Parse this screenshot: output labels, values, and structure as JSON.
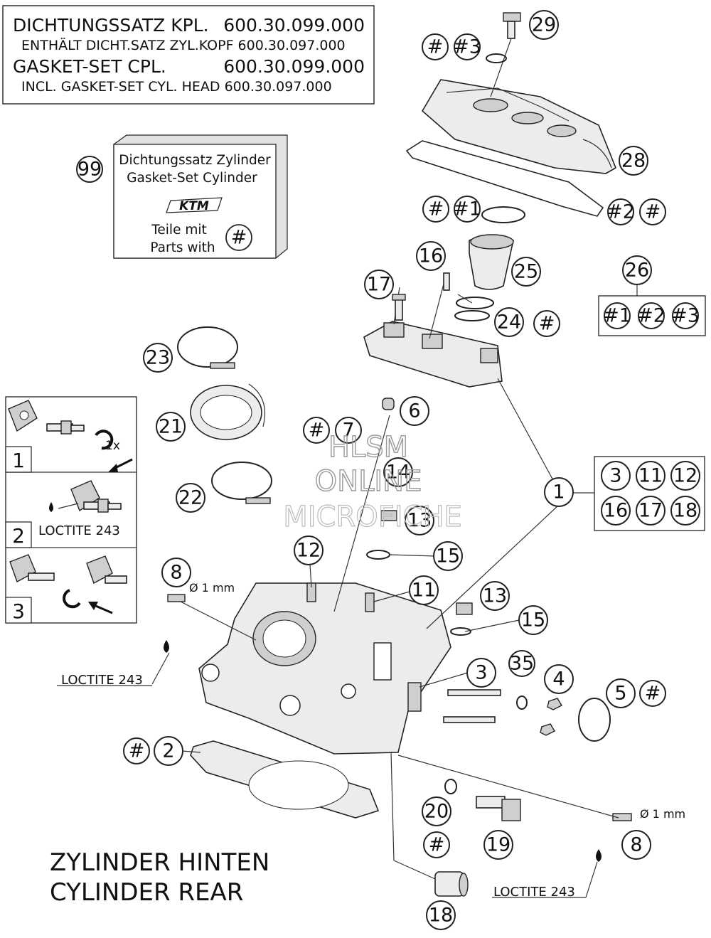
{
  "header_box": {
    "line1_label": "DICHTUNGSSATZ KPL.",
    "line1_number": "600.30.099.000",
    "line2": "ENTHÄLT DICHT.SATZ ZYL.KOPF 600.30.097.000",
    "line3_label": "GASKET-SET CPL.",
    "line3_number": "600.30.099.000",
    "line4": "INCL. GASKET-SET CYL. HEAD 600.30.097.000"
  },
  "gasket_box": {
    "callout": "99",
    "line1": "Dichtungssatz Zylinder",
    "line2": "Gasket-Set Cylinder",
    "brand": "KTM",
    "line3": "Teile mit",
    "line4": "Parts with",
    "symbol": "#"
  },
  "steps": [
    {
      "number": "1",
      "label": "1x"
    },
    {
      "number": "2",
      "label": "LOCTITE 243"
    },
    {
      "number": "3",
      "label": ""
    }
  ],
  "callouts": {
    "hash": "#",
    "hash1": "#1",
    "hash2": "#2",
    "hash3": "#3",
    "c1": "1",
    "c2": "2",
    "c3": "3",
    "c4": "4",
    "c5": "5",
    "c6": "6",
    "c7": "7",
    "c8": "8",
    "c11": "11",
    "c12": "12",
    "c13": "13",
    "c14": "14",
    "c15": "15",
    "c16": "16",
    "c17": "17",
    "c18": "18",
    "c19": "19",
    "c20": "20",
    "c21": "21",
    "c22": "22",
    "c23": "23",
    "c24": "24",
    "c25": "25",
    "c26": "26",
    "c28": "28",
    "c29": "29",
    "c35": "35"
  },
  "kit1_items": [
    "3",
    "11",
    "12",
    "16",
    "17",
    "18"
  ],
  "kit26_items": [
    "#1",
    "#2",
    "#3"
  ],
  "labels": {
    "loctite": "LOCTITE 243",
    "dia": "Ø 1 mm"
  },
  "watermark": {
    "line1": "HLSM",
    "line2": "ONLINE",
    "line3": "MICROFICHE"
  },
  "footer": {
    "line1": "ZYLINDER HINTEN",
    "line2": "CYLINDER REAR"
  }
}
